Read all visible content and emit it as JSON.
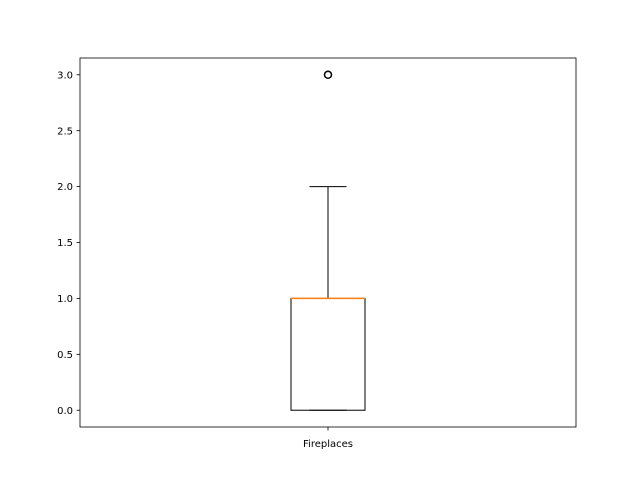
{
  "chart_data": {
    "type": "boxplot",
    "title": "",
    "xlabel": "",
    "ylabel": "",
    "categories": [
      "Fireplaces"
    ],
    "series": [
      {
        "whisker_low": 0.0,
        "q1": 0.0,
        "median": 1.0,
        "q3": 1.0,
        "whisker_high": 2.0,
        "outliers": [
          3.0
        ]
      }
    ],
    "ylim": [
      -0.15,
      3.15
    ],
    "yticks": [
      0.0,
      0.5,
      1.0,
      1.5,
      2.0,
      2.5,
      3.0
    ],
    "ytick_labels": [
      "0.0",
      "0.5",
      "1.0",
      "1.5",
      "2.0",
      "2.5",
      "3.0"
    ],
    "grid": false,
    "colors": {
      "box": "#000000",
      "median": "#ff7f0e",
      "whisker": "#000000",
      "outlier": "#000000",
      "axes": "#000000",
      "background": "#ffffff"
    }
  }
}
